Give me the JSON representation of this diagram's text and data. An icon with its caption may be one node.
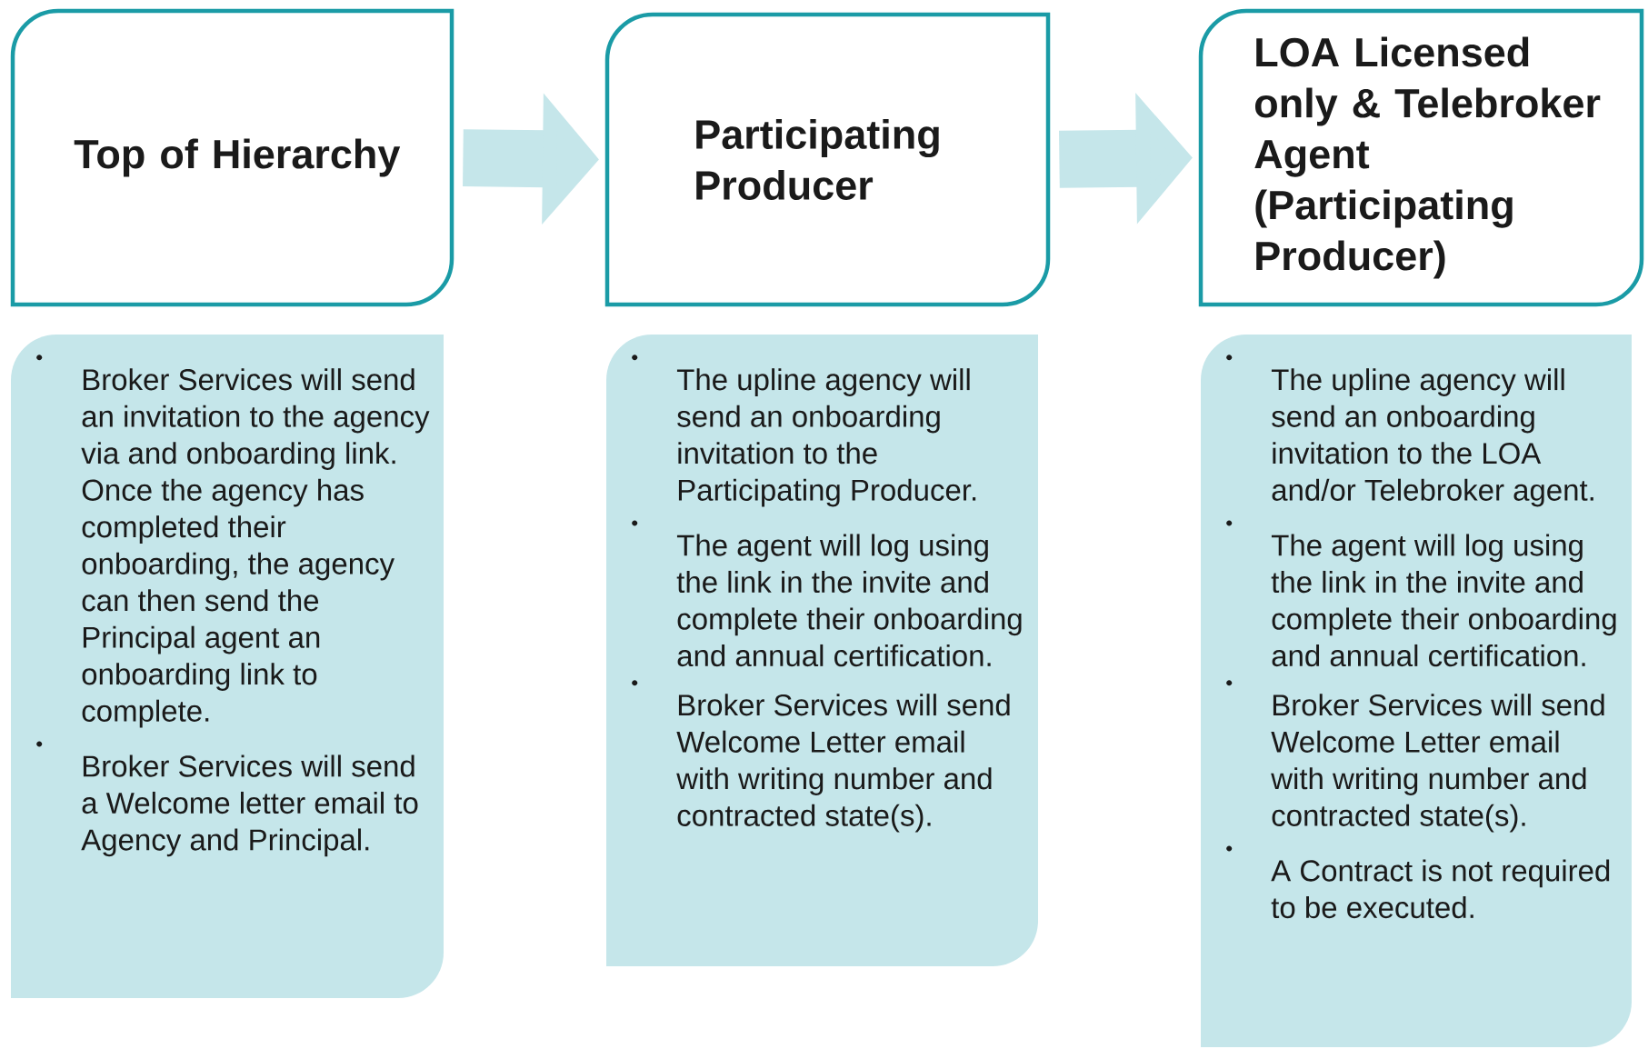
{
  "diagram": {
    "nodes": [
      {
        "text": [
          "Top of Hierarchy"
        ]
      },
      {
        "text": [
          "Participating Producer"
        ]
      },
      {
        "text": [
          "LOA Licensed only & Telebroker Agent (Participating Producer)"
        ]
      },
      {
        "text": [
          "Broker Services will send an invitation to the agency via and onboarding link. Once the agency has completed their onboarding, the agency can then send the Principal agent an onboarding link to complete.",
          "Broker Services will send a Welcome letter email to Agency and Principal."
        ]
      },
      {
        "text": [
          "The upline agency will send an onboarding invitation to the Participating Producer.",
          "The agent will log using the link in the invite and complete their onboarding and annual certification.",
          "Broker Services will send Welcome Letter email with writing number and contracted state(s)."
        ]
      },
      {
        "text": [
          "The upline agency will send an onboarding invitation to the LOA and/or Telebroker agent.",
          "The agent will log using the link in the invite and complete their onboarding and annual certification.",
          "Broker Services will send Welcome Letter email with writing number and contracted state(s).",
          "A Contract is not required to be executed."
        ]
      }
    ],
    "edges": [
      {
        "from": 0,
        "to": 1,
        "arrow": "to"
      },
      {
        "from": 1,
        "to": 2,
        "arrow": "to"
      }
    ]
  }
}
